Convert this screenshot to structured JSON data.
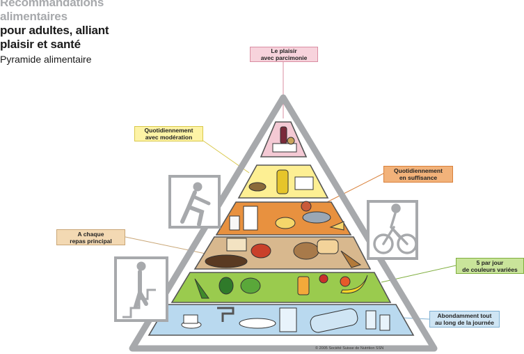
{
  "title": {
    "line1": "Recommandations",
    "line2": "alimentaires",
    "line3": "pour adultes, alliant",
    "line4": "plaisir et santé",
    "subtitle": "Pyramide alimentaire"
  },
  "callouts": {
    "top": "Le plaisir\navec parcimonie",
    "moderation": "Quotidiennement\navec modération",
    "sufficient": "Quotidiennement\nen suffisance",
    "each_meal": "A chaque\nrepas principal",
    "five_a_day": "5 par jour\nde couleurs variées",
    "water": "Abondamment tout\nau long de la journée"
  },
  "copyright": "© 2005 Société Suisse de Nutrition SSN",
  "colors": {
    "frame": "#a7a9ac",
    "tier_pink": "#f4c9d4",
    "tier_yellow": "#fdef93",
    "tier_orange": "#e8913f",
    "tier_beige": "#d8b88e",
    "tier_green": "#9acb4e",
    "tier_blue": "#b9d9ef"
  },
  "icons": {
    "running_figure": "runner-icon",
    "cyclist_figure": "cyclist-icon",
    "stairs_figure": "stairs-walker-icon"
  }
}
